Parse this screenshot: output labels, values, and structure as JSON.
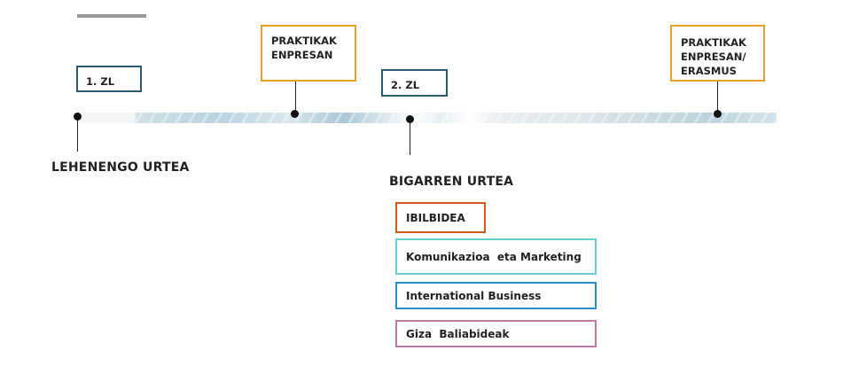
{
  "timeline": {
    "milestones": {
      "zl1": "1. ZL",
      "zl2": "2. ZL",
      "praktikak1": "PRAKTIKAK\nENPRESAN",
      "praktikak2": "PRAKTIKAK\nENPRESAN/\nERASMUS"
    },
    "years": {
      "first": "LEHENENGO URTEA",
      "second": "BIGARREN URTEA"
    }
  },
  "tracks": {
    "header": "IBILBIDEA",
    "items": [
      "Komunikazioa  eta Marketing",
      "International Business",
      "Giza  Baliabideak"
    ]
  },
  "colors": {
    "zl_border": "#2b5a73",
    "praktikak_border": "#e5a025",
    "ibilbidea_border": "#d9581a",
    "komunikazioa_border": "#66cfd6",
    "international_border": "#2a8fcf",
    "giza_border": "#b87aa8"
  }
}
